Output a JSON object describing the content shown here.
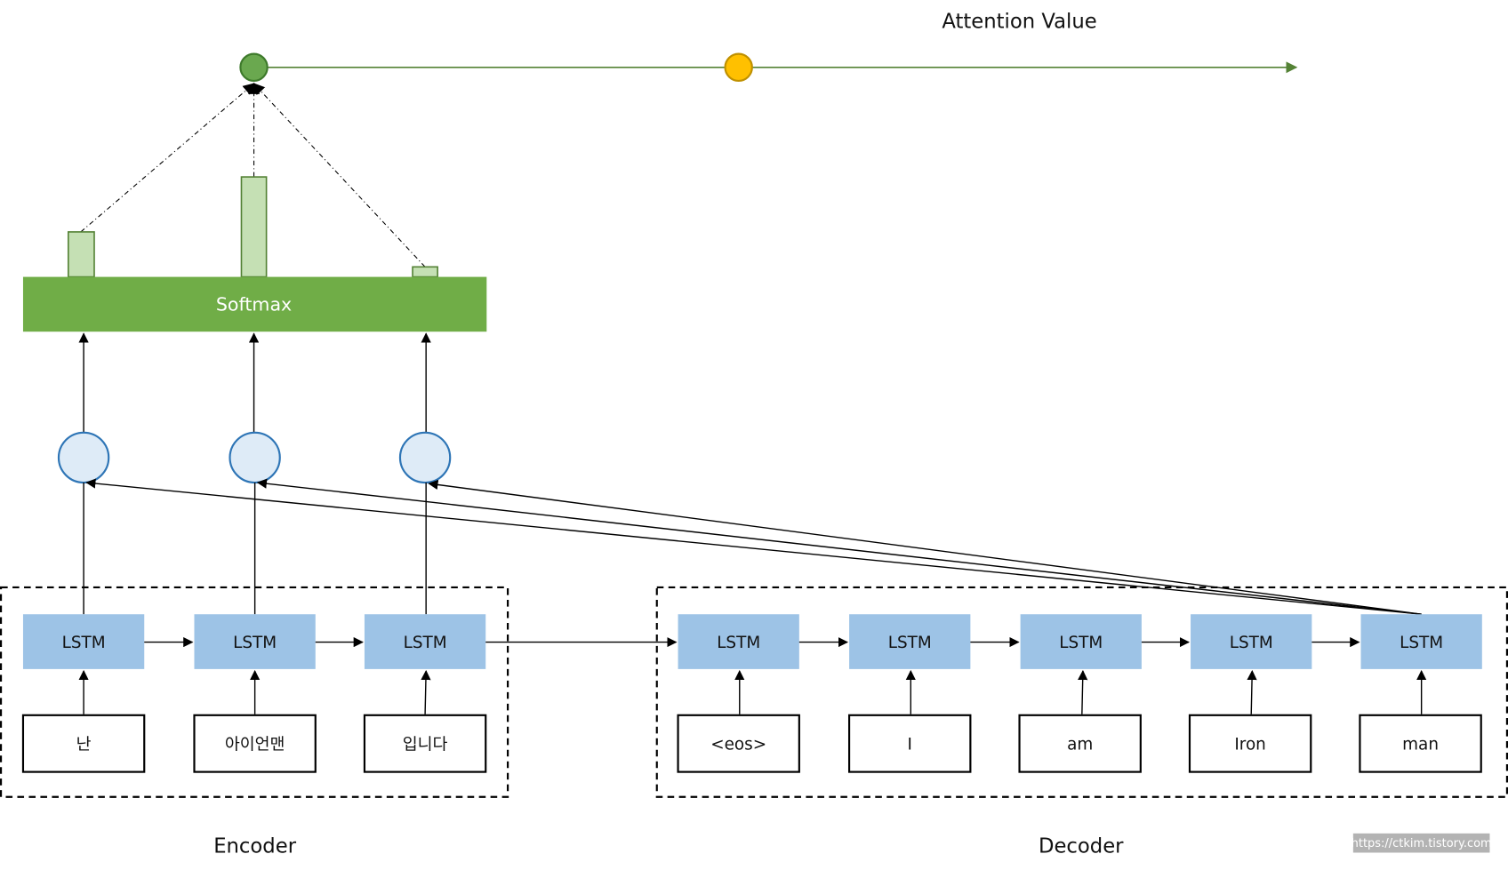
{
  "title": "Attention Value",
  "softmax_label": "Softmax",
  "lstm_label": "LSTM",
  "encoder": {
    "label": "Encoder",
    "inputs": [
      "난",
      "아이언맨",
      "입니다"
    ]
  },
  "decoder": {
    "label": "Decoder",
    "inputs": [
      "<eos>",
      "I",
      "am",
      "Iron",
      "man"
    ]
  },
  "attention_bar_levels": [
    0.45,
    1.0,
    0.1
  ],
  "watermark": "https://ctkim.tistory.com",
  "colors": {
    "softmax": "#70ad47",
    "bar_fill": "#c5e0b4",
    "bar_stroke": "#548235",
    "lstm": "#9dc3e6",
    "score_fill": "#deebf7",
    "score_stroke": "#2e75b6",
    "attention_start": "#6aa84f",
    "attention_end": "#ffc000",
    "arrow_green": "#548235"
  }
}
